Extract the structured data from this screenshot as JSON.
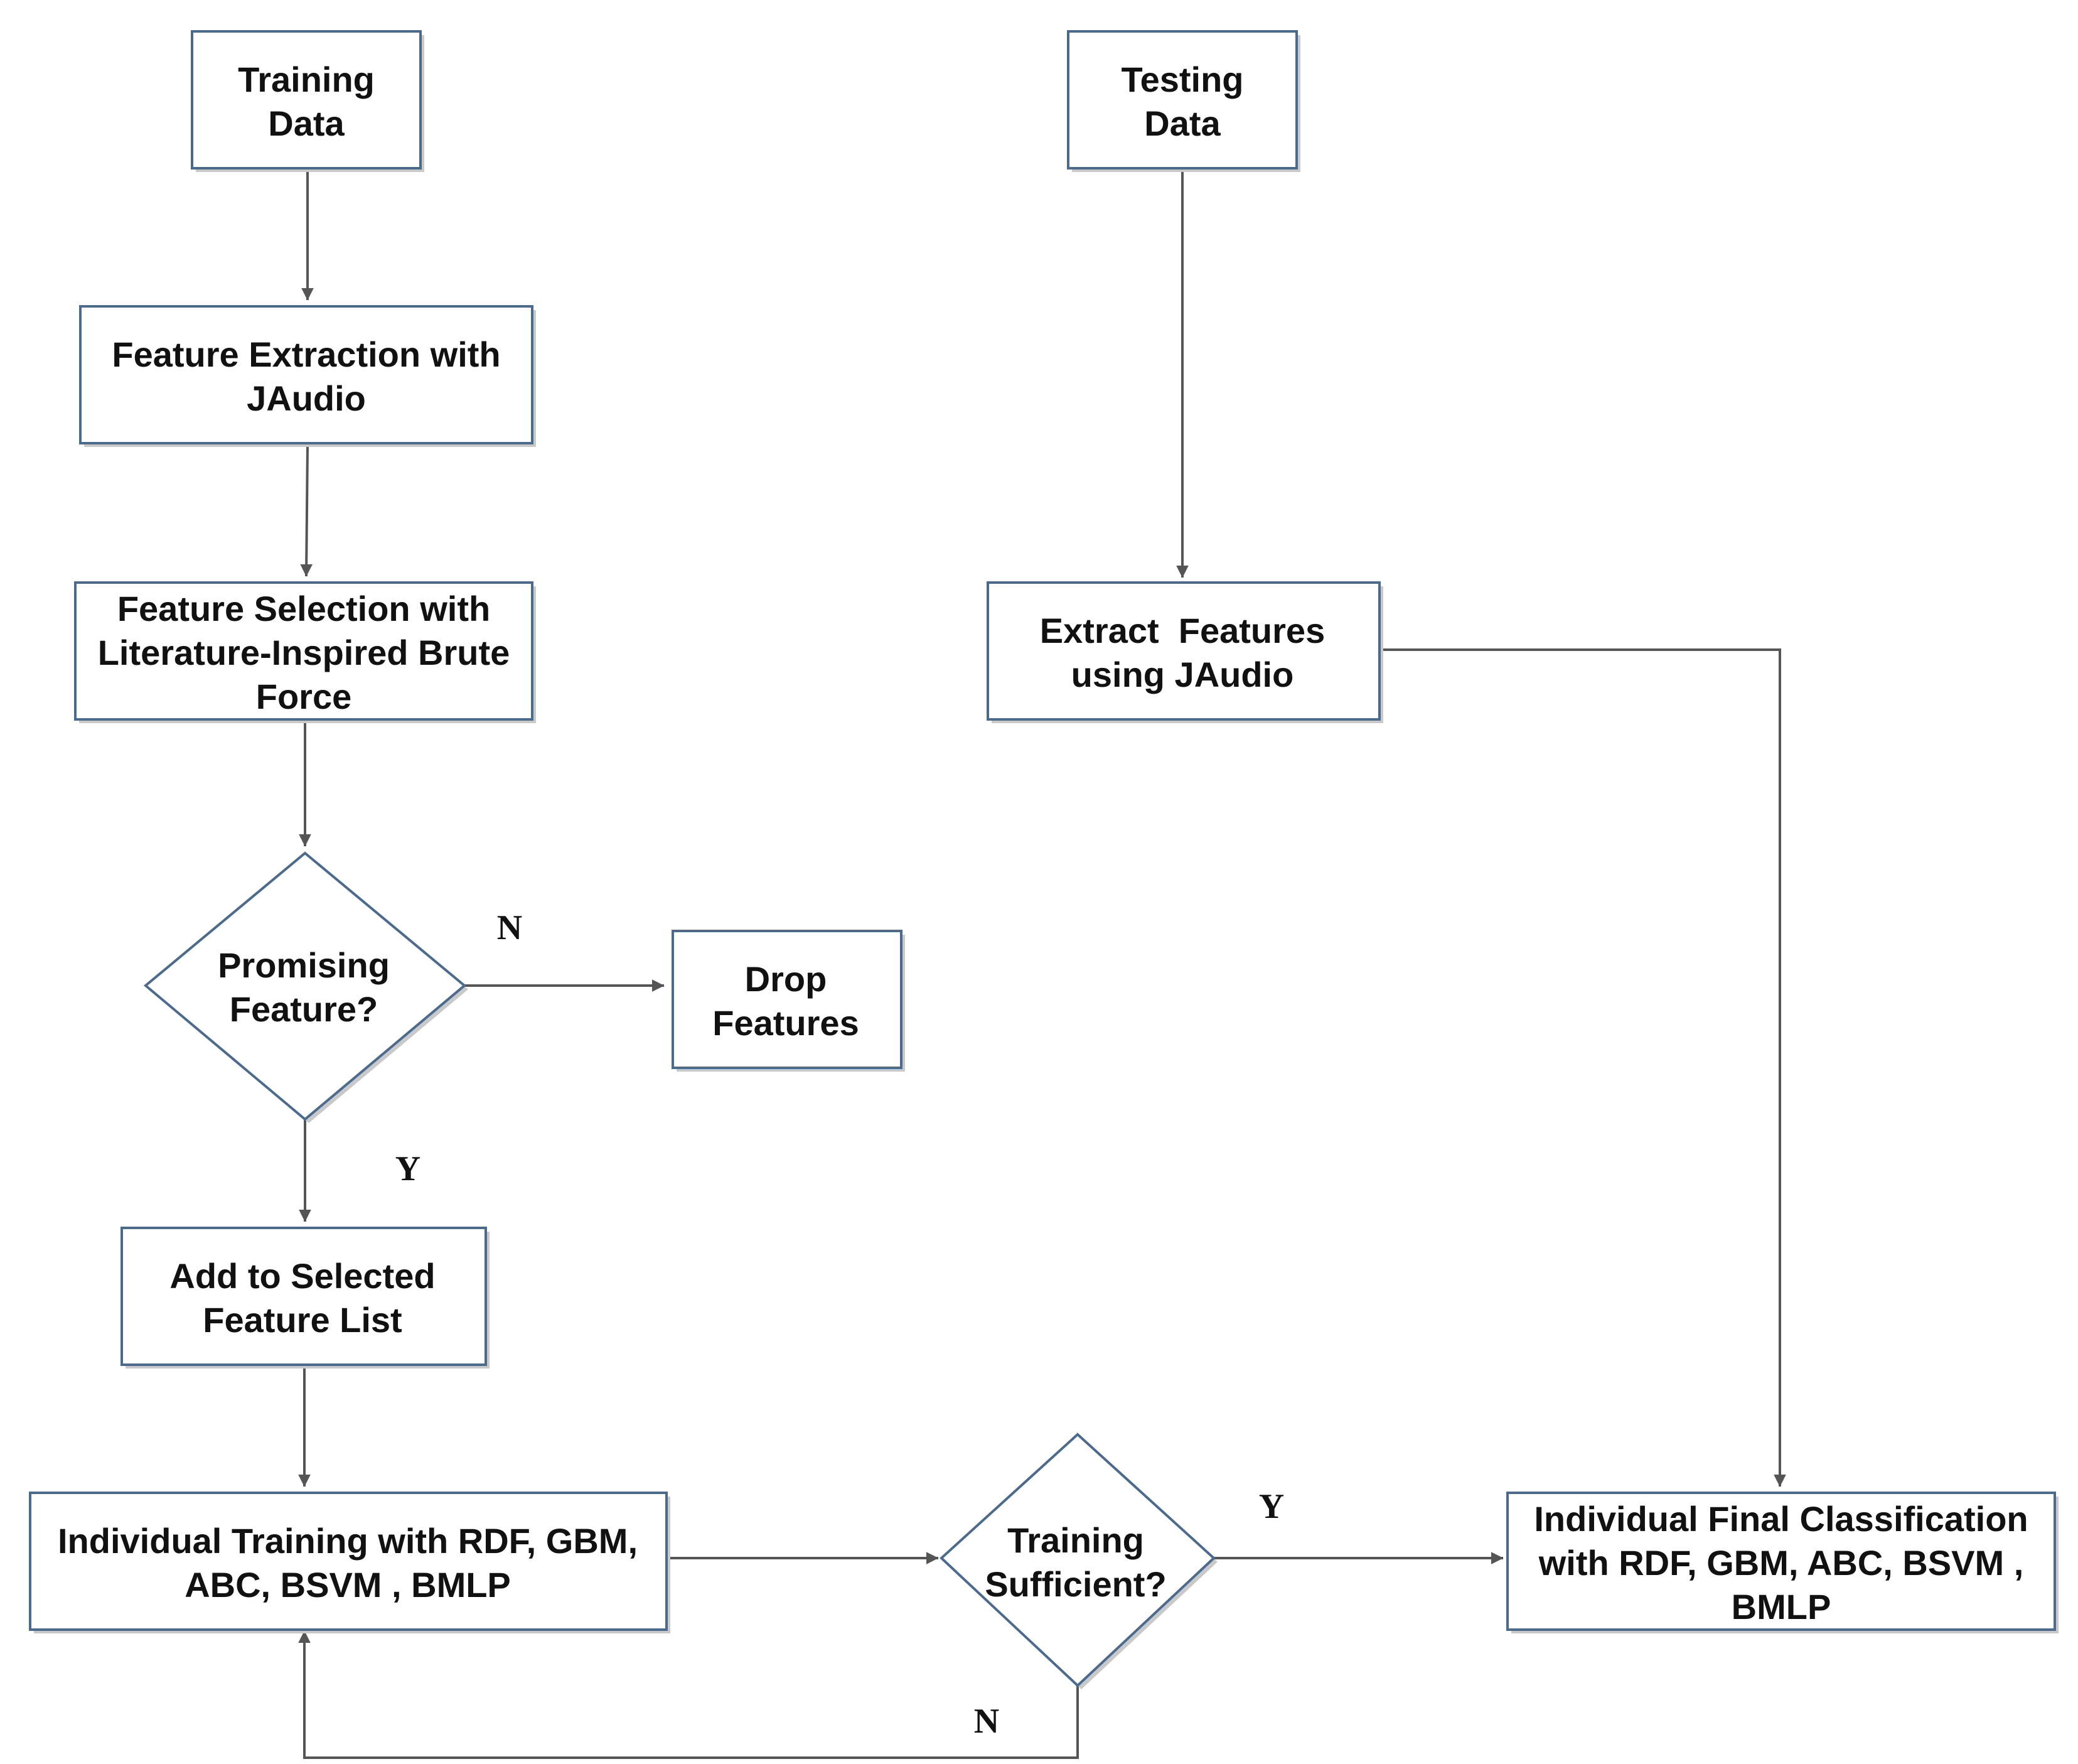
{
  "colors": {
    "box_border": "#4a6a8e",
    "connector": "#555555",
    "text": "#111111"
  },
  "nodes": {
    "training_data": {
      "lines": [
        "Training",
        "Data"
      ]
    },
    "testing_data": {
      "lines": [
        "Testing",
        "Data"
      ]
    },
    "feature_extraction": {
      "lines": [
        "Feature Extraction with",
        "JAudio"
      ]
    },
    "feature_selection": {
      "lines": [
        "Feature Selection with",
        "Literature-Inspired Brute",
        "Force"
      ]
    },
    "extract_features": {
      "lines": [
        "Extract  Features",
        "using JAudio"
      ]
    },
    "promising_feature": {
      "lines": [
        "Promising",
        "Feature?"
      ]
    },
    "drop_features": {
      "lines": [
        "Drop",
        "Features"
      ]
    },
    "add_selected": {
      "lines": [
        "Add to Selected",
        "Feature List"
      ]
    },
    "individual_training": {
      "lines": [
        "Individual Training with RDF, GBM,",
        "ABC, BSVM , BMLP"
      ]
    },
    "training_sufficient": {
      "lines": [
        "Training",
        "Sufficient?"
      ]
    },
    "final_classification": {
      "lines": [
        "Individual Final Classification",
        "with RDF, GBM, ABC, BSVM ,",
        "BMLP"
      ]
    }
  },
  "edge_labels": {
    "promising_no": "N",
    "promising_yes": "Y",
    "sufficient_yes": "Y",
    "sufficient_no": "N"
  }
}
